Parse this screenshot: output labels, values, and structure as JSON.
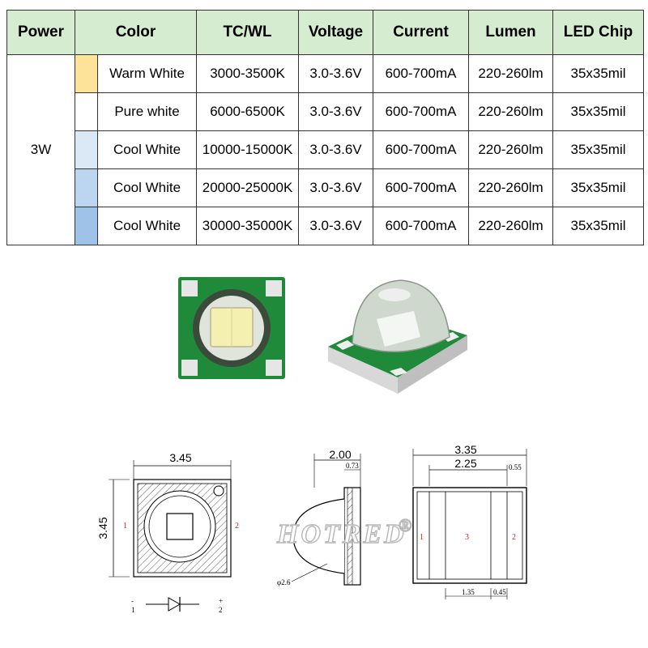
{
  "table": {
    "headers": [
      "Power",
      "Color",
      "TC/WL",
      "Voltage",
      "Current",
      "Lumen",
      "LED Chip"
    ],
    "power": "3W",
    "rows": [
      {
        "swatch": "#fde39a",
        "color": "Warm White",
        "tc": "3000-3500K",
        "voltage": "3.0-3.6V",
        "current": "600-700mA",
        "lumen": "220-260lm",
        "chip": "35x35mil"
      },
      {
        "swatch": "#ffffff",
        "color": "Pure white",
        "tc": "6000-6500K",
        "voltage": "3.0-3.6V",
        "current": "600-700mA",
        "lumen": "220-260lm",
        "chip": "35x35mil"
      },
      {
        "swatch": "#dbe9f6",
        "color": "Cool White",
        "tc": "10000-15000K",
        "voltage": "3.0-3.6V",
        "current": "600-700mA",
        "lumen": "220-260lm",
        "chip": "35x35mil"
      },
      {
        "swatch": "#bcd6ef",
        "color": "Cool White",
        "tc": "20000-25000K",
        "voltage": "3.0-3.6V",
        "current": "600-700mA",
        "lumen": "220-260lm",
        "chip": "35x35mil"
      },
      {
        "swatch": "#9fc3e8",
        "color": "Cool White",
        "tc": "30000-35000K",
        "voltage": "3.0-3.6V",
        "current": "600-700mA",
        "lumen": "220-260lm",
        "chip": "35x35mil"
      }
    ]
  },
  "drawing": {
    "top_width": "3.45",
    "top_height": "3.45",
    "pin_left": "1",
    "pin_right": "2",
    "diode_minus": "-",
    "diode_plus": "+",
    "diode_pin1": "1",
    "diode_pin2": "2",
    "side_width": "2.00",
    "side_small": "0.73",
    "side_dome": "φ2.6",
    "bottom_width": "3.35",
    "bottom_inner": "2.25",
    "bottom_small": "0.55",
    "bottom_pad": "1.35",
    "bottom_gap": "0.45",
    "bottom_pin1": "1",
    "bottom_pin3": "3",
    "bottom_pin2": "2"
  },
  "watermark": "HOTRED",
  "watermark_mark": "®",
  "colors": {
    "header_bg": "#d6ecd0",
    "pcb_green": "#1f8a3a",
    "chip_yellow": "#f4f0b0"
  }
}
